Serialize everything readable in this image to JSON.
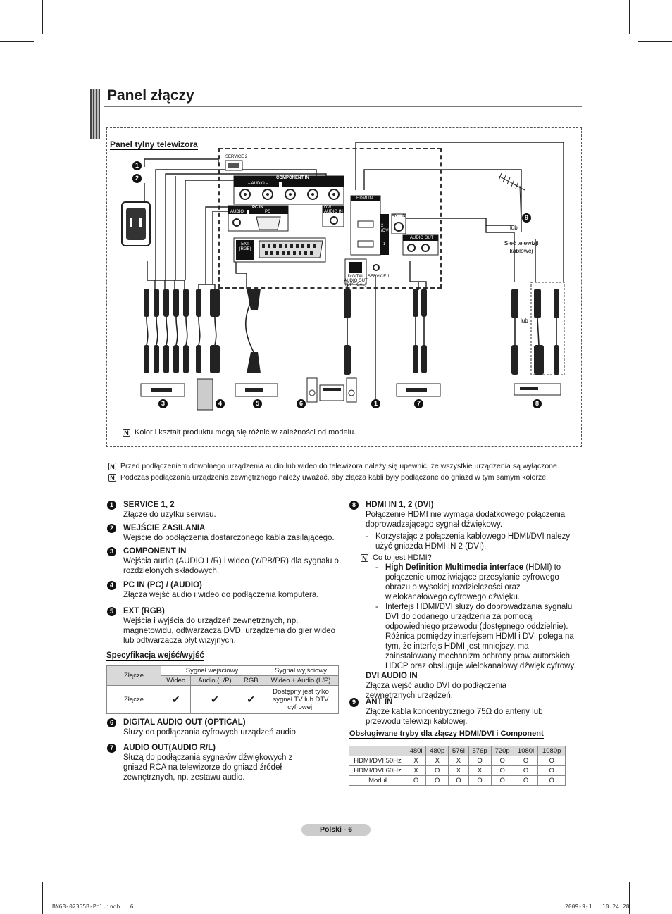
{
  "page_title": "Panel złączy",
  "panel_label": "Panel tylny telewizora",
  "diagram": {
    "ports": {
      "service2": "SERVICE 2",
      "component_in": "COMPONENT IN",
      "audio_lr": "– AUDIO –",
      "pc_in": "PC IN",
      "audio": "AUDIO",
      "pc": "PC",
      "dvi_audio_in": "DVI AUDIO IN",
      "ext_rgb": "EXT (RGB)",
      "hdmi_in": "HDMI IN",
      "ant_in": "ANT IN",
      "audio_out": "AUDIO OUT",
      "digital_audio_out": "DIGITAL AUDIO OUT (OPTICAL)",
      "service1": "SERVICE 1",
      "hdmi_2": "2 (DVI)",
      "hdmi_1": "1"
    },
    "lub_1": "lub",
    "lub_2": "lub",
    "cable_network": "Sieć telewizji kablowej",
    "callouts": [
      "1",
      "2",
      "3",
      "4",
      "5",
      "6",
      "1",
      "7",
      "8",
      "9"
    ],
    "note": "Kolor i kształt produktu mogą się różnić w zależności od modelu."
  },
  "notes": [
    "Przed podłączeniem dowolnego urządzenia audio lub wideo do telewizora należy się upewnić, że wszystkie urządzenia są wyłączone.",
    "Podczas podłączania urządzenia zewnętrznego należy uważać, aby złącza kabli były podłączane do gniazd w tym samym kolorze."
  ],
  "note_icon": "N",
  "left_sections": [
    {
      "num": "1",
      "head": "SERVICE 1, 2",
      "body": "Złącze do użytku serwisu."
    },
    {
      "num": "2",
      "head": "WEJŚCIE ZASILANIA",
      "body": "Wejście do podłączenia dostarczonego kabla zasilającego."
    },
    {
      "num": "3",
      "head": "COMPONENT IN",
      "body": "Wejścia audio (AUDIO L/R) i wideo (Y/PB/PR) dla sygnału o rozdzielonych składowych."
    },
    {
      "num": "4",
      "head": "PC IN (PC) / (AUDIO)",
      "body": "Złącza wejść audio i wideo do podłączenia komputera."
    },
    {
      "num": "5",
      "head": "EXT (RGB)",
      "body": "Wejścia i wyjścia do urządzeń zewnętrznych, np. magnetowidu, odtwarzacza DVD, urządzenia do gier wideo lub odtwarzacza płyt wizyjnych."
    }
  ],
  "spec": {
    "title": "Specyfikacja wejść/wyjść",
    "row_label": "Złącze",
    "input_group": "Sygnał wejściowy",
    "output_group": "Sygnał wyjściowy",
    "cols": [
      "Wideo",
      "Audio (L/P)",
      "RGB",
      "Wideo + Audio (L/P)"
    ],
    "row2_label": "Złącze",
    "marks": [
      "✔",
      "✔",
      "✔"
    ],
    "output_note": "Dostępny jest tylko sygnał TV lub DTV cyfrowej."
  },
  "left_sections_2": [
    {
      "num": "6",
      "head": "DIGITAL AUDIO OUT (OPTICAL)",
      "body": "Służy do podłączania cyfrowych urządzeń audio."
    },
    {
      "num": "7",
      "head": "AUDIO OUT(AUDIO R/L)",
      "body": "Służą do podłączania sygnałów dźwiękowych z gniazd RCA na telewizorze do gniazd źródeł zewnętrznych, np. zestawu audio."
    }
  ],
  "hdmi": {
    "num": "8",
    "head": "HDMI IN 1, 2 (DVI)",
    "body": "Połączenie HDMI nie wymaga dodatkowego połączenia doprowadzającego sygnał dźwiękowy.",
    "dash1": "Korzystając z połączenia kablowego HDMI/DVI należy użyć gniazda HDMI IN 2 (DVI).",
    "q": "Co to jest HDMI?",
    "def_bold": "High Definition Multimedia interface",
    "def_rest": " (HDMI) to połączenie umożliwiające przesyłanie cyfrowego obrazu o wysokiej rozdzielczości oraz wielokanałowego cyfrowego dźwięku.",
    "dash3": "Interfejs HDMI/DVI służy do doprowadzania sygnału DVI do dodanego urządzenia za pomocą odpowiedniego przewodu (dostępnego oddzielnie). Różnica pomiędzy interfejsem HDMI i DVI polega na tym, że interfejs HDMI jest mniejszy, ma zainstalowany mechanizm ochrony praw autorskich HDCP oraz obsługuje wielokanałowy dźwięk cyfrowy.",
    "dvi_head": "DVI AUDIO IN",
    "dvi_body": "Złącza wejść audio DVI do podłączenia zewnętrznych urządzeń."
  },
  "ant": {
    "num": "9",
    "head": "ANT IN",
    "body": "Złącze kabla koncentrycznego 75Ω do anteny lub przewodu telewizji kablowej."
  },
  "modes": {
    "title": "Obsługiwane tryby dla złączy HDMI/DVI i Component",
    "cols": [
      "480i",
      "480p",
      "576i",
      "576p",
      "720p",
      "1080i",
      "1080p"
    ],
    "rows": [
      {
        "label": "HDMI/DVI 50Hz",
        "vals": [
          "X",
          "X",
          "X",
          "O",
          "O",
          "O",
          "O"
        ]
      },
      {
        "label": "HDMI/DVI 60Hz",
        "vals": [
          "X",
          "O",
          "X",
          "X",
          "O",
          "O",
          "O"
        ]
      },
      {
        "label": "Moduł",
        "vals": [
          "O",
          "O",
          "O",
          "O",
          "O",
          "O",
          "O"
        ]
      }
    ]
  },
  "footer": "Polski - 6",
  "imprint_left": "BN68-02355B-Pol.indb   6",
  "imprint_right": "2009-9-1   10:24:28"
}
